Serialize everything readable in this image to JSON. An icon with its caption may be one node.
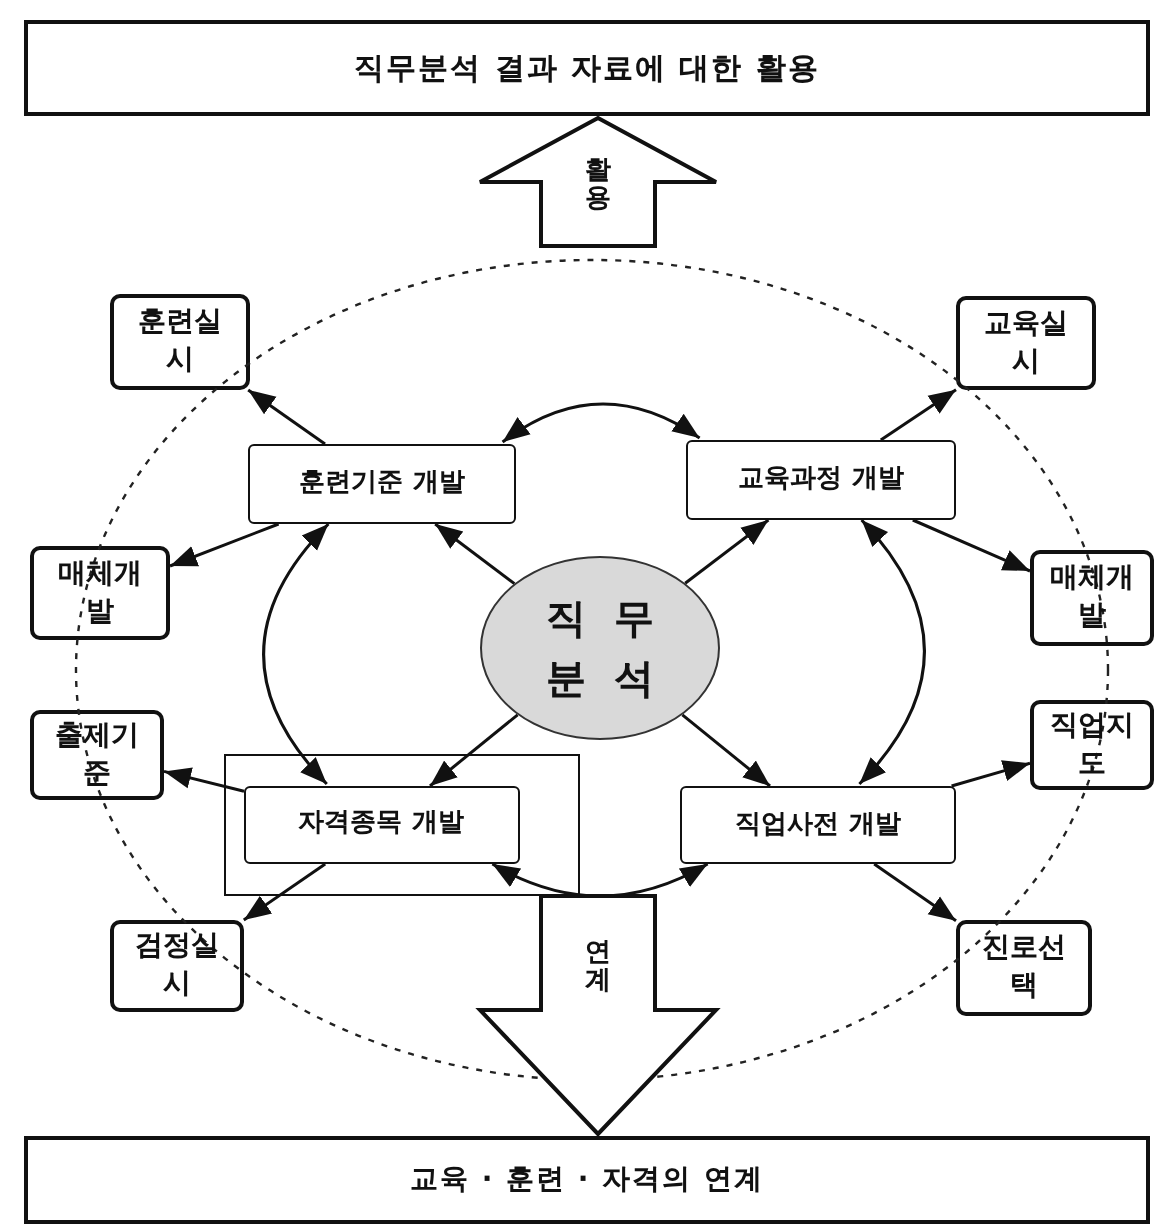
{
  "diagram": {
    "nodes": [
      {
        "text": [
          "직무분석 결과 자료에 대한 활용"
        ]
      },
      {
        "text": [
          "훈련실시"
        ]
      },
      {
        "text": [
          "교육실시"
        ]
      },
      {
        "text": [
          "훈련기준 개발"
        ]
      },
      {
        "text": [
          "교육과정 개발"
        ]
      },
      {
        "text": [
          "매체개발"
        ]
      },
      {
        "text": [
          "매체개발"
        ]
      },
      {
        "text": [
          "직무분석"
        ]
      },
      {
        "text": [
          "출제기준"
        ]
      },
      {
        "text": [
          "직업지도"
        ]
      },
      {
        "text": [],
        "shape": "box"
      },
      {
        "text": [
          "자격종목 개발"
        ],
        "in": 10
      },
      {
        "text": [
          "직업사전 개발"
        ]
      },
      {
        "text": [
          "검정실시"
        ]
      },
      {
        "text": [
          "진로선택"
        ]
      },
      {
        "text": [
          "교육 · 훈련 · 자격의 연계"
        ]
      }
    ],
    "edges": [
      {
        "from": 7,
        "to": 3,
        "arrow": "to"
      },
      {
        "from": 7,
        "to": 4,
        "arrow": "to"
      },
      {
        "from": 7,
        "to": 11,
        "arrow": "to"
      },
      {
        "from": 7,
        "to": 12,
        "arrow": "to"
      },
      {
        "from": 3,
        "to": 4,
        "arrow": "both"
      },
      {
        "from": 3,
        "to": 11,
        "arrow": "both"
      },
      {
        "from": 4,
        "to": 12,
        "arrow": "both"
      },
      {
        "from": 11,
        "to": 12,
        "arrow": "both"
      },
      {
        "from": 3,
        "to": 1,
        "arrow": "to"
      },
      {
        "from": 3,
        "to": 5,
        "arrow": "to"
      },
      {
        "from": 4,
        "to": 2,
        "arrow": "to"
      },
      {
        "from": 4,
        "to": 6,
        "arrow": "to"
      },
      {
        "from": 11,
        "to": 8,
        "arrow": "to"
      },
      {
        "from": 11,
        "to": 13,
        "arrow": "to"
      },
      {
        "from": 12,
        "to": 9,
        "arrow": "to"
      },
      {
        "from": 12,
        "to": 14,
        "arrow": "to"
      },
      {
        "from": null,
        "to": 0,
        "label": "활용",
        "arrow": "to"
      },
      {
        "from": 10,
        "to": 15,
        "label": "연계",
        "arrow": "to"
      }
    ]
  }
}
